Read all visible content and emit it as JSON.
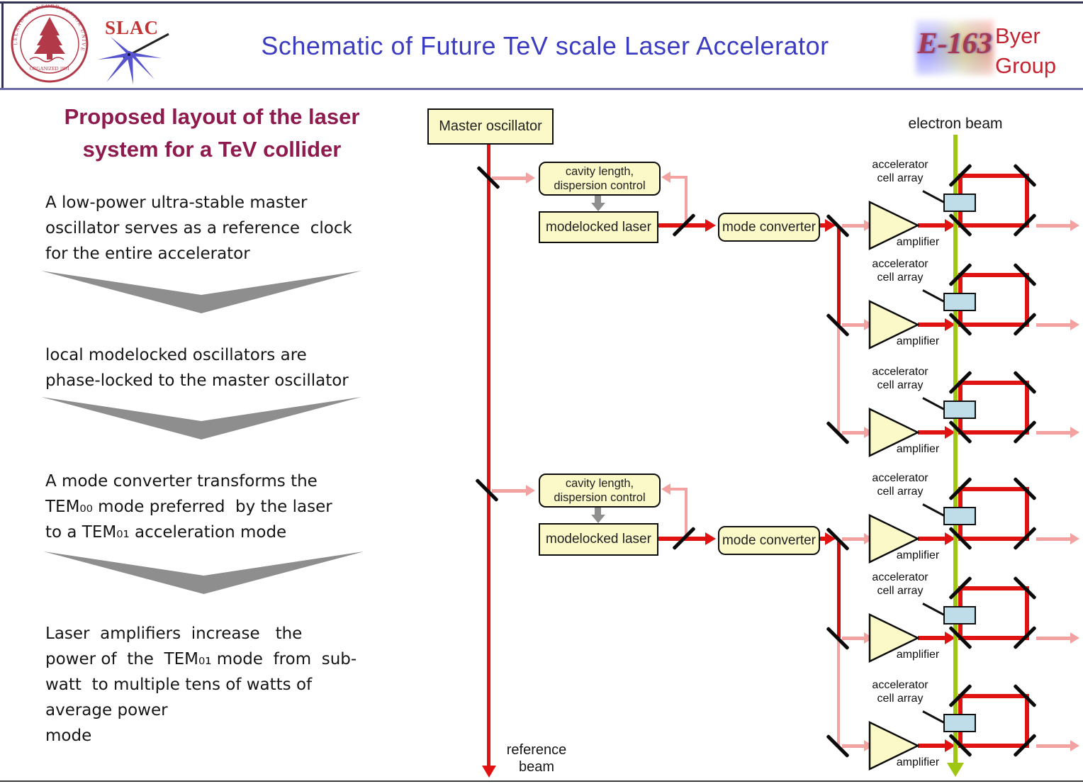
{
  "header": {
    "title": "Schematic of Future TeV scale Laser Accelerator",
    "slac_label": "SLAC",
    "e163_label": "E-163",
    "byer_group": "Byer\nGroup",
    "seal_ring_text": "LELAND STANFORD JUNIOR UNIVERSITY",
    "seal_bottom_text": "ORGANIZED 1891"
  },
  "left_column": {
    "heading": "Proposed layout of the laser\nsystem for a TeV collider",
    "paragraphs": [
      "A low-power ultra-stable master\noscillator serves as a reference  clock\nfor the entire accelerator",
      "local modelocked oscillators are\nphase-locked to the master oscillator",
      "A mode converter transforms the\nTEM₀₀ mode preferred  by the laser\nto a TEM₀₁ acceleration mode",
      "Laser  amplifiers  increase   the\npower of  the  TEM₀₁ mode  from  sub-\nwatt  to multiple tens of watts of\naverage power\nmode"
    ]
  },
  "diagram": {
    "master_oscillator": "Master oscillator",
    "cavity_control": "cavity length,\ndispersion control",
    "modelocked_laser": "modelocked laser",
    "mode_converter": "mode converter",
    "amplifier": "amplifier",
    "cell_array": "accelerator\ncell array",
    "electron_beam": "electron beam",
    "reference_beam": "reference\nbeam"
  },
  "colors": {
    "beam_red": "#e11212",
    "feeder_dark_red": "#c81010",
    "beam_pink": "#f3a2a2",
    "electron_beam_green": "#a0c614",
    "box_fill_yellow": "#fcf9c9",
    "cell_array_blue": "#bfdde8",
    "title_blue": "#3c3cc0",
    "heading_maroon": "#8e1a4e",
    "byer_red": "#c22531",
    "chevron_gray": "#8e8e8e"
  }
}
